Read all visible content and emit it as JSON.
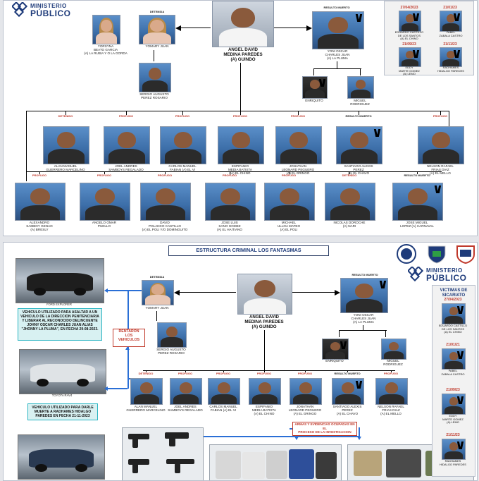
{
  "brand": {
    "line1": "MINISTERIO",
    "line2": "PÚBLICO"
  },
  "top": {
    "women": [
      {
        "name": "YORSYNA\nBEATO GARCIA\n(A) LA RUBIA Y O LA GORDA"
      },
      {
        "status": "DETENIDA",
        "name": "YOMARY JUAN"
      }
    ],
    "sergio": {
      "name": "SERGIO AUGUSTO\nPEREZ ROSARIO"
    },
    "leader": {
      "name": "ANGEL DAVID\nMEDINA PAREDES\n(A) GUINDO"
    },
    "deceased": {
      "status": "RESULTO MUERTO",
      "name": "YONI OSCAR\nCHARLES JUAN\n(A) LA PLUMA"
    },
    "enriquito": {
      "name": "ENRIQUITO"
    },
    "miguel": {
      "name": "MIGUEL\nRODRIGUEZ"
    },
    "victims": [
      {
        "date": "27/04/2023",
        "name": "EDUARDO CASTILLO\nDE LOS SANTOS\n(A) EL CHINO"
      },
      {
        "date": "21/01/23",
        "name": "PABEL\nZABALA CASTRO"
      },
      {
        "date": "21/09/23",
        "name": "EDDY\nMARTE GOMEZ\n(A) LEMO"
      },
      {
        "date": "21/11/23",
        "name": "RADHAMES\nHIDALGO PAREDES"
      }
    ],
    "row1": [
      {
        "status": "DETENIDO",
        "name": "ALAN MANUEL\nGUERRERO MARCELINO"
      },
      {
        "status": "PROFUGO",
        "name": "JOEL ANDRES\nSAMBOYS REGALADO"
      },
      {
        "status": "PROFUGO",
        "name": "CARLOS MANUEL\nFABIAN (A) EL VI"
      },
      {
        "status": "PROFUGO",
        "name": "ESPIFANIO\nMEDIA BATISTA\n(A) EL CHINO"
      },
      {
        "status": "PROFUGO",
        "name": "JONATHAN\nLEONARD PEGUERO\n(A) EL GRINGO"
      },
      {
        "status": "RESULTO MUERTO",
        "name": "SANTIAGO ALEXIS\nPEREZ\n(A) EL CHAVO"
      },
      {
        "status": "PROFUGO",
        "name": "NELSON RAFAEL\nFRIAS DIAZ\n(A) EL MELLO"
      }
    ],
    "row2": [
      {
        "status": "PROFUGO",
        "name": "ALEXANDRO\nSAMBOY GENAO\n(A) BRESLY"
      },
      {
        "status": "PROFUGO",
        "name": "ANGELO OMAR\nPUELLO"
      },
      {
        "status": "PROFUGO",
        "name": "DAVID\nPOLANCO CASTILLO\n(A) EL POLI Y/O DOMINGUITO"
      },
      {
        "status": "PROFUGO",
        "name": "JOSE LUIS\nSANO GOMEZ\n(A) EL HAITIANO"
      },
      {
        "status": "PROFUGO",
        "name": "MICHAEL\nULLOA MATEO\n(A) EL POLI"
      },
      {
        "status": "DETENIDO",
        "name": "NICOLAS DOROCHE\n(A) NARI"
      },
      {
        "status": "RESULTO MUERTO",
        "name": "JOSE MIGUEL\nLOPEZ (A) CARNAVAL"
      }
    ]
  },
  "bottom": {
    "title": "ESTRUCTURA CRIMINAL LOS FANTASMAS",
    "vehicle1_caption": "FORD EXPLORER",
    "info1": "VEHICULO UTILIZADO PARA ASALTAR A UN VEHICULO DE LA DIRECCION PENITENCIARIA Y LIBERAR AL RECONOCIDO DELINCUENTE JOHNY OSCAR CHARLES JUAN ALIAS \"JHONNY LA PLUMA\", EN FECHA 29-08-2023.",
    "vehicle2_caption": "TOYOTA RAV4",
    "info2": "VEHICULO UTILIZADO PARA DARLE MUERTE A RADHAMES HIDALGO PAREDES EN FECHA 21-11-2023",
    "rented": "RENTARON\nLOS\nVEHICULOS",
    "yomary": {
      "status": "DETENIDA",
      "name": "YOMARY JUAN"
    },
    "sergio": {
      "name": "SERGIO AUGUSTO\nPEREZ ROSARIO"
    },
    "leader": {
      "name": "ANGEL DAVID\nMEDINA PAREDES\n(A) GUINDO"
    },
    "deceased": {
      "status": "RESULTO MUERTO",
      "name": "YONI OSCAR\nCHARLES JUAN\n(A) LA PLUMA"
    },
    "enriquito": {
      "name": "ENRIQUITO"
    },
    "miguel": {
      "name": "MIGUEL\nRODRIGUEZ"
    },
    "row": [
      {
        "status": "DETENIDO",
        "name": "ALAN MANUEL\nGUERRERO MARCELINO"
      },
      {
        "status": "PROFUGO",
        "name": "JOEL ANDRES\nSAMBOYS REGALADO"
      },
      {
        "status": "PROFUGO",
        "name": "CARLOS MANUEL\nFABIAN (A) EL VI"
      },
      {
        "status": "PROFUGO",
        "name": "ESPIFANIO\nMEDIA BATISTA\n(A) EL CHINO"
      },
      {
        "status": "PROFUGO",
        "name": "JONATHAN\nLEONARD PEGUERO\n(A) EL GRINGO"
      },
      {
        "status": "RESULTO MUERTO",
        "name": "SANTIAGO ALEXIS\nPEREZ\n(A) EL CHAVO"
      },
      {
        "status": "PROFUGO",
        "name": "NELSON RAFAEL\nFRIAS DIAZ\n(A) EL MELLO"
      }
    ],
    "evidence_label": "ARMAS Y EVIDENCIAS OCUPADAS EN EL\nPROCESO DE LA INVESTIGACION",
    "victims_title": "VICTIMAS DE\nSICARIATO",
    "victims": [
      {
        "date": "27/04/2023",
        "name": "EDUARDO CASTILLO\nDE LOS SANTOS\n(A) EL CHINO"
      },
      {
        "date": "21/01/21",
        "name": "PABEL\nZABALA CASTRO"
      },
      {
        "date": "21/09/23",
        "name": "EDDY\nMARTE GOMEZ\n(A) LEMO"
      },
      {
        "date": "21/11/23",
        "name": "RADHAMES\nHIDALGO PAREDES"
      }
    ]
  }
}
